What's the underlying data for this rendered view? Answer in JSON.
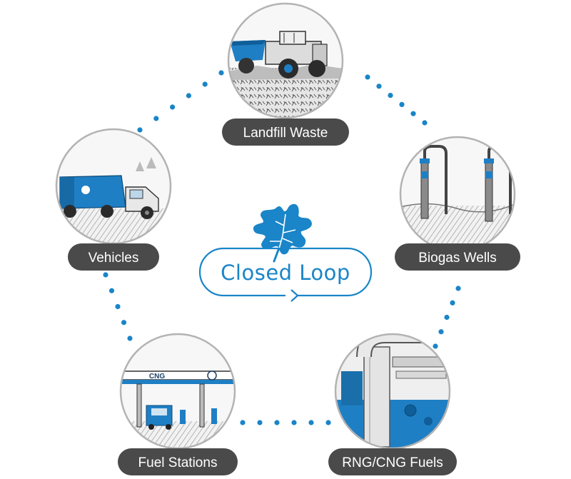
{
  "center": {
    "title": "Closed Loop"
  },
  "stages": [
    {
      "label": "Landfill Waste",
      "scene": "landfill"
    },
    {
      "label": "Biogas Wells",
      "scene": "wells"
    },
    {
      "label": "RNG/CNG Fuels",
      "scene": "pipes"
    },
    {
      "label": "Fuel Stations",
      "scene": "station"
    },
    {
      "label": "Vehicles",
      "scene": "truck"
    }
  ],
  "station_sign": "CNG",
  "colors": {
    "accent": "#1a85c8",
    "label_bg": "#4a4a4a",
    "ring": "#b3b3b3"
  },
  "icons": [
    "oak-leaf-icon",
    "loop-arrow-icon",
    "dot-connector"
  ]
}
